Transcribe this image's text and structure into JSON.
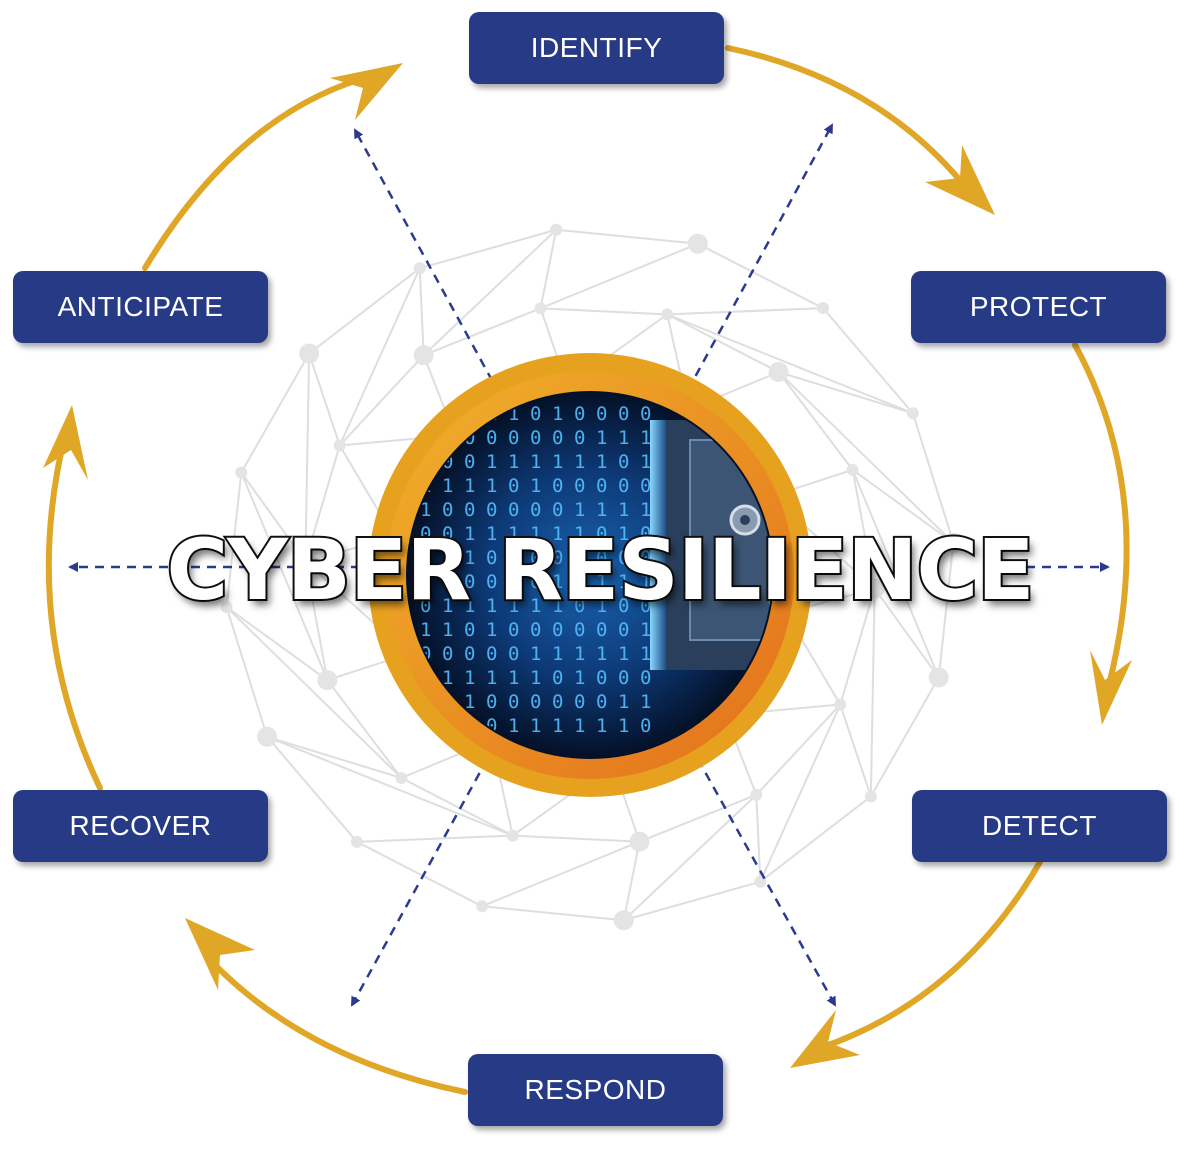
{
  "title": "CYBER RESILIENCE",
  "stages": [
    {
      "key": "identify",
      "label": "IDENTIFY"
    },
    {
      "key": "protect",
      "label": "PROTECT"
    },
    {
      "key": "detect",
      "label": "DETECT"
    },
    {
      "key": "respond",
      "label": "RESPOND"
    },
    {
      "key": "recover",
      "label": "RECOVER"
    },
    {
      "key": "anticipate",
      "label": "ANTICIPATE"
    }
  ],
  "colors": {
    "box_fill": "#273a86",
    "box_text": "#ffffff",
    "cycle_arrow": "#e0a626",
    "dashed_arrow": "#2b3990",
    "ring_outer": "#e6a21f",
    "ring_inner": "#e8761e",
    "center_bg": "#0b1e3a",
    "binary_glow": "#4fb6ff",
    "network_lines": "#dddddd",
    "network_nodes": "#e3e3e3"
  },
  "icons": [
    "binary-data-tunnel",
    "vault-safe-icon",
    "network-mesh"
  ]
}
